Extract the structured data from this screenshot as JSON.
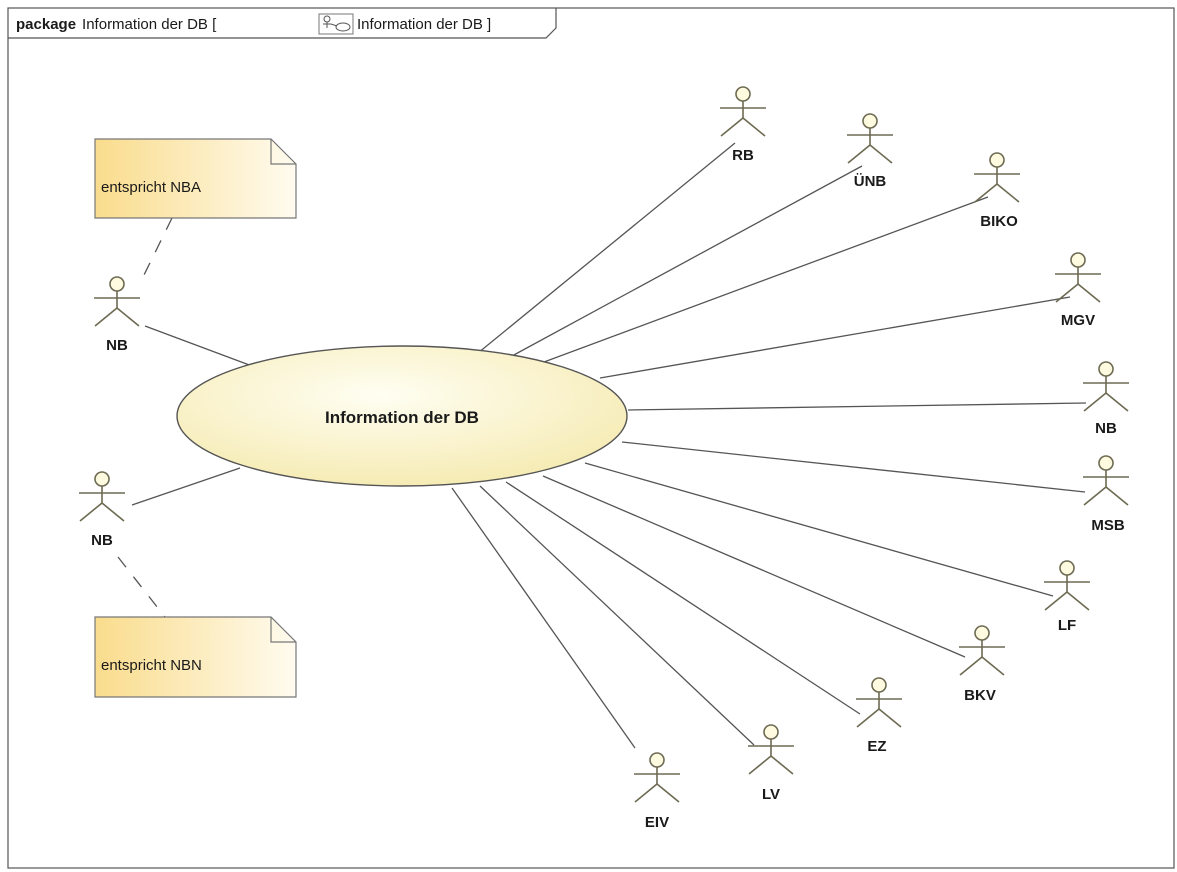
{
  "frame": {
    "keyword": "package",
    "name": "Information der DB [",
    "diagram_name": "Information der DB ]",
    "icon": "use-case-diagram-icon"
  },
  "use_case": {
    "label": "Information der DB"
  },
  "notes": [
    {
      "text": "entspricht NBA"
    },
    {
      "text": "entspricht NBN"
    }
  ],
  "actors": [
    {
      "label": "NB"
    },
    {
      "label": "NB"
    },
    {
      "label": "RB"
    },
    {
      "label": "ÜNB"
    },
    {
      "label": "BIKO"
    },
    {
      "label": "MGV"
    },
    {
      "label": "NB"
    },
    {
      "label": "MSB"
    },
    {
      "label": "LF"
    },
    {
      "label": "BKV"
    },
    {
      "label": "EZ"
    },
    {
      "label": "LV"
    },
    {
      "label": "EIV"
    }
  ],
  "colors": {
    "actor_head": "#fffbe0",
    "actor_stroke": "#6d6a52",
    "usecase_fill": "#fcf6cf",
    "note_fill": "#fbe6a8",
    "line": "#555555"
  }
}
